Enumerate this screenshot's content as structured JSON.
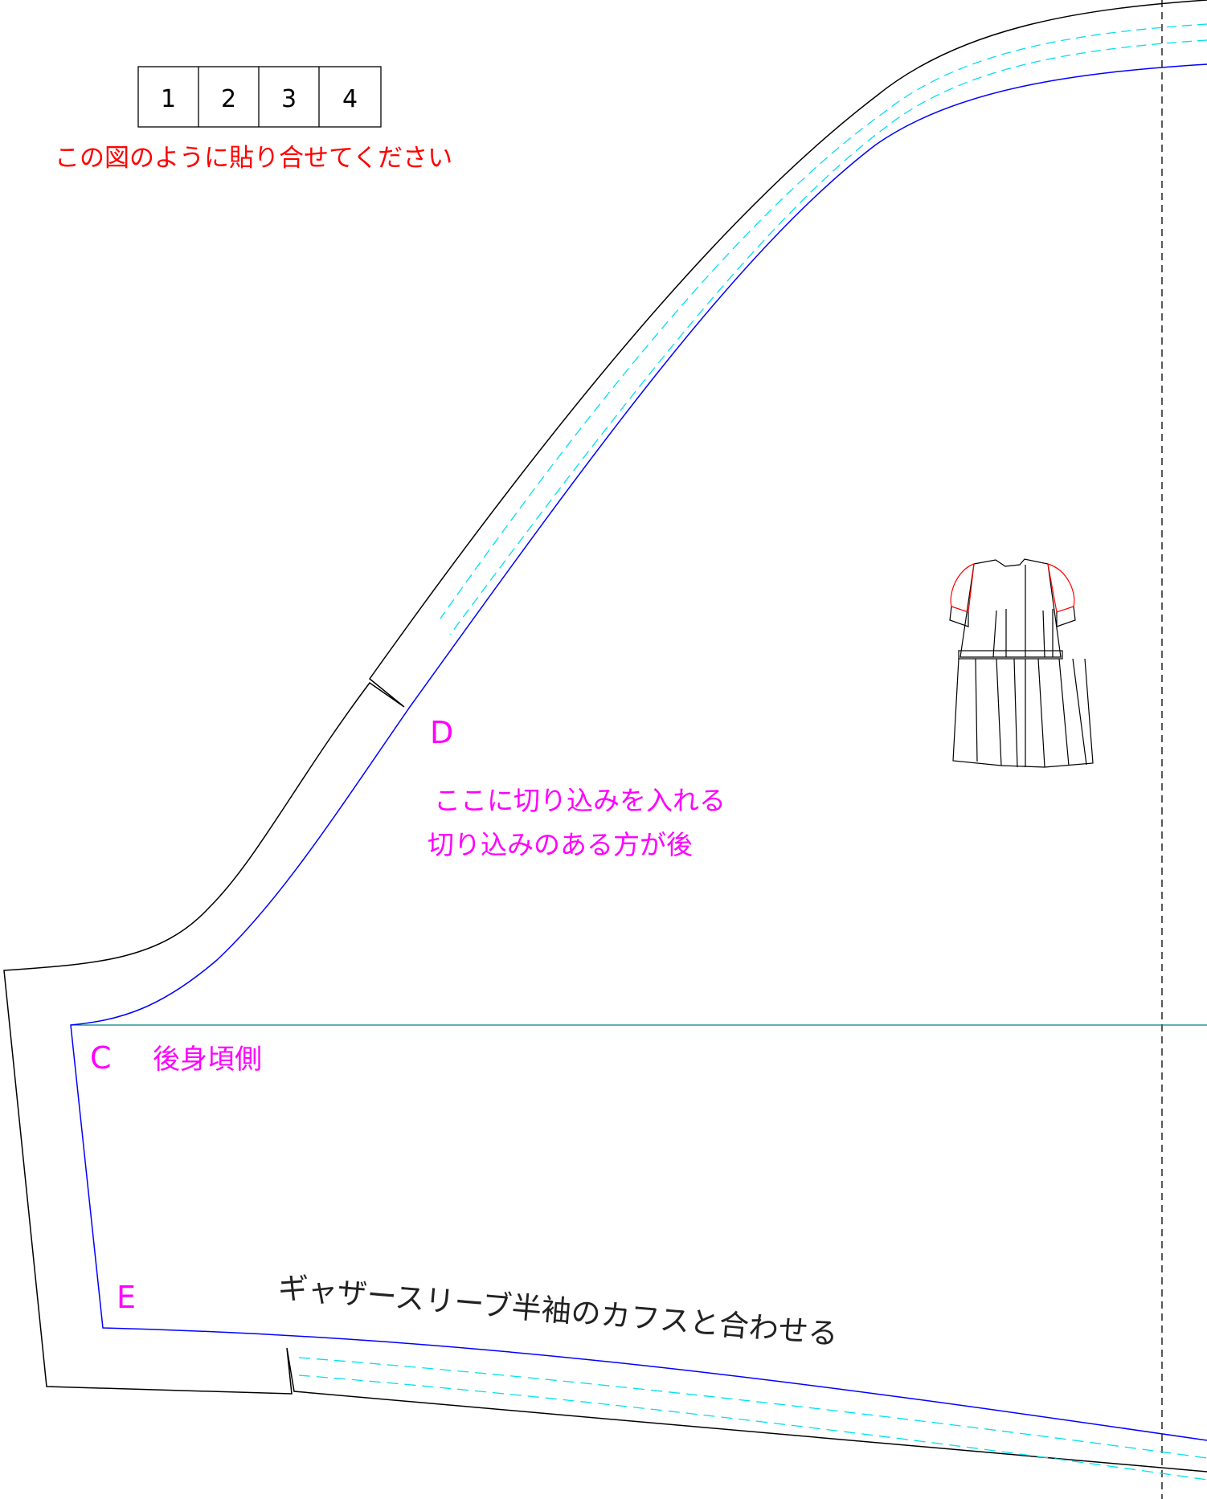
{
  "tile_order": [
    "1",
    "2",
    "3",
    "4"
  ],
  "instructions": {
    "tiling": "この図のように貼り合せてください",
    "notch": "ここに切り込みを入れる",
    "notch_back": "切り込みのある方が後",
    "back_side": "後身頃側",
    "cuff": "ギャザースリーブ半袖のカフスと合わせる"
  },
  "points": {
    "c": "C",
    "d": "D",
    "e": "E"
  },
  "colors": {
    "cut_line": "#000000",
    "seam_line": "#0000ff",
    "stitch_line": "#00e0f0",
    "point_label": "#ff00ff",
    "instruction_red": "#ff0000",
    "sleeve_highlight": "#ff0000",
    "grain_line": "#008080"
  }
}
